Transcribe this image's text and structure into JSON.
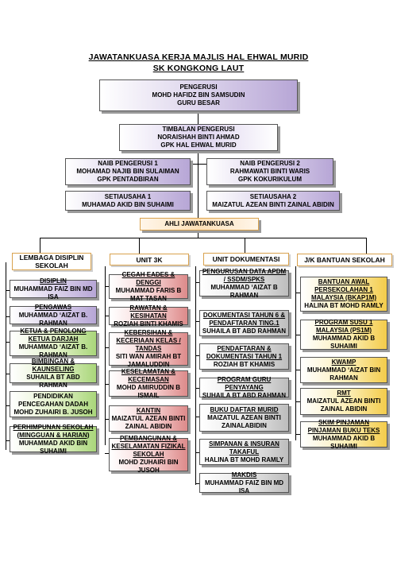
{
  "title": {
    "line1": "JAWATANKUASA KERJA MAJLIS HAL EHWAL MURID",
    "line2": "SK KONGKONG LAUT"
  },
  "top": {
    "pengerusi": [
      "PENGERUSI",
      "MOHD HAFIDZ BIN SAMSUDIN",
      "GURU BESAR"
    ],
    "timbalan": [
      "TIMBALAN PENGERUSI",
      "NORAISHAH BINTI AHMAD",
      "GPK HAL EHWAL MURID"
    ],
    "naib1": [
      "NAIB PENGERUSI 1",
      "MOHAMAD NAJIB BIN SULAIMAN",
      "GPK PENTADBIRAN"
    ],
    "naib2": [
      "NAIB PENGERUSI 2",
      "RAHMAWATI  BINTI WARIS",
      "GPK KOKURIKULUM"
    ],
    "setiausaha1": [
      "SETIAUSAHA 1",
      "MUHAMAD AKID BIN SUHAIMI"
    ],
    "setiausaha2": [
      "SETIAUSAHA  2",
      "MAIZATUL AZEAN BINTI ZAINAL ABIDIN"
    ],
    "ahli": "AHLI JAWATANKUASA"
  },
  "columns": {
    "lembaga": {
      "header": "LEMBAGA DISIPLIN SEKOLAH",
      "items": [
        {
          "title": "DISIPLIN",
          "name": "MUHAMMAD FAIZ BIN MD ISA"
        },
        {
          "title": "PENGAWAS",
          "name": "MUHAMMAD ‘AIZAT B. RAHMAN"
        },
        {
          "title": "KETUA & PENOLONG KETUA DARJAH",
          "name": "MUHAMMAD ‘AIZAT B. RAHMAN"
        },
        {
          "title": "BIMBINGAN & KAUNSELING",
          "name": "SUHAILA BT ABD RAHMAN"
        },
        {
          "title": "PENDIDIKAN PENCEGAHAN DADAH",
          "name": "MOHD ZUHAIRI B. JUSOH"
        },
        {
          "title": "PERHIMPUNAN SEKOLAH (MINGGUAN & HARIAN)",
          "name": "MUHAMMAD AKID BIN SUHAIMI"
        }
      ]
    },
    "unit3k": {
      "header": "UNIT 3K",
      "items": [
        {
          "title": "CEGAH EADES & DENGGI",
          "name": "MUHAMMAD FARIS B MAT TASAN"
        },
        {
          "title": "RAWATAN & KESIHATAN",
          "name": "ROZIAH BINTI KHAMIS"
        },
        {
          "title": "KEBERSIHAN & KECERIAAN KELAS / TANDAS",
          "name": "SITI WAN AMIRAH BT JAMALUDDIN"
        },
        {
          "title": "KESELAMATAN & KECEMASAN",
          "name": "MOHD AMIRUDDIN B ISMAIL"
        },
        {
          "title": "KANTIN",
          "name": "MAIZATUL AZEAN BINTI ZAINAL ABIDIN"
        },
        {
          "title": "PEMBANGUNAN & KESELAMATAN FIZIKAL SEKOLAH",
          "name": "MOHD ZUHAIRI BIN JUSOH"
        }
      ]
    },
    "dokumentasi": {
      "header": "UNIT DOKUMENTASI",
      "items": [
        {
          "title": "PENGURUSAN DATA  APDM / SSDM/SPKS",
          "name": "MUHAMMAD ‘AIZAT B RAHMAN"
        },
        {
          "title": "DOKUMENTASI TAHUN 6 & PENDAFTARAN TING.1",
          "name": "SUHAILA BT ABD RAHMAN"
        },
        {
          "title": "PENDAFTARAN & DOKUMENTASI TAHUN 1",
          "name": "ROZIAH BT KHAMIS"
        },
        {
          "title": "PROGRAM GURU PENYAYANG",
          "name": "SUHAILA BT ABD RAHMAN"
        },
        {
          "title": "BUKU DAFTAR MURID",
          "name": "MAIZATUL AZEAN BINTI ZAINALABIDIN"
        },
        {
          "title": "SIMPANAN & INSURAN TAKAFUL",
          "name": "HALINA BT MOHD RAMLY"
        },
        {
          "title": "MAKDIS",
          "name": "MUHAMMAD FAIZ BIN MD ISA"
        }
      ]
    },
    "bantuan": {
      "header": "J/K BANTUAN SEKOLAH",
      "items": [
        {
          "title": "BANTUAN AWAL PERSEKOLAHAN 1 MALAYSIA (BKAP1M)",
          "name": "HALINA BT MOHD RAMLY"
        },
        {
          "title": "PROGRAM SUSU 1 MALAYSIA (PS1M)",
          "name": "MUHAMMAD AKID B SUHAIMI"
        },
        {
          "title": "KWAMP",
          "name": "MUHAMMAD ‘AIZAT BIN RAHMAN"
        },
        {
          "title": "RMT",
          "name": "MAIZATUL AZEAN BINTI ZAINAL ABIDIN"
        },
        {
          "title": "SKIM PINJAMAN PINJAMAN BUKU TEKS",
          "name": "MUHAMMAD AKID B SUHAIMI"
        }
      ]
    }
  },
  "colors": {
    "lavender": "#b7a6d6",
    "orange": "#f5b35e",
    "green": "#a9d67a",
    "red": "#dd8a8a",
    "grey": "#bdbdbd",
    "yellow": "#f4cc4a"
  }
}
